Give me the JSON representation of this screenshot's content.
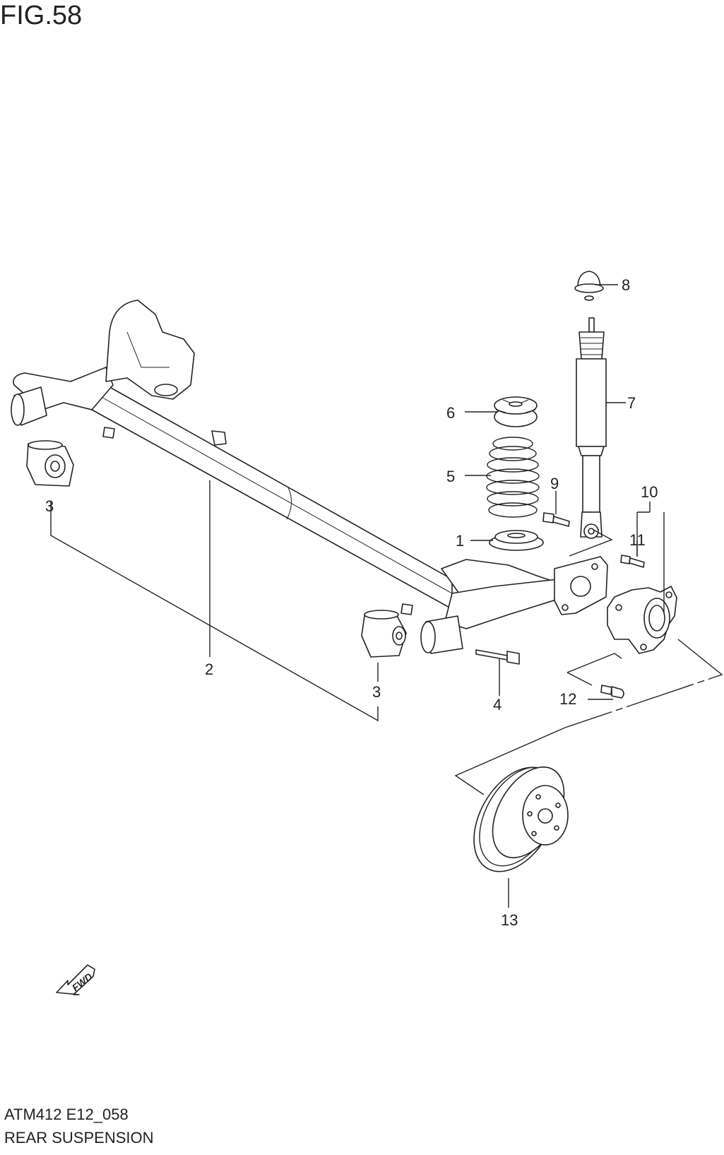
{
  "figure": {
    "title": "FIG.58",
    "code": "ATM412 E12_058",
    "caption": "REAR SUSPENSION",
    "fwd_label": "FWD"
  },
  "callouts": {
    "c1": "1",
    "c2": "2",
    "c3a": "3",
    "c3b": "3",
    "c4": "4",
    "c5": "5",
    "c6": "6",
    "c7": "7",
    "c8": "8",
    "c9": "9",
    "c10": "10",
    "c11": "11",
    "c12": "12",
    "c13": "13"
  }
}
